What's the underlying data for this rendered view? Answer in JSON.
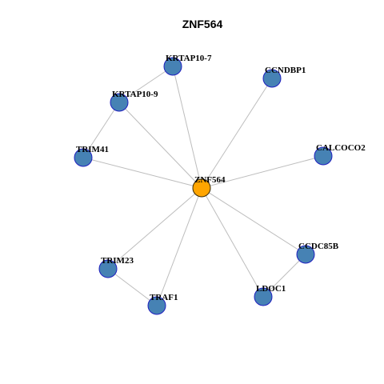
{
  "title": "ZNF564",
  "colors": {
    "center_fill": "#FFA500",
    "center_stroke": "#3a2a00",
    "node_fill": "#4682B4",
    "node_stroke": "#1f1fbf",
    "edge": "#bdbdbd",
    "label": "#000000"
  },
  "nodes": [
    {
      "id": "ZNF564",
      "label": "ZNF564",
      "role": "center"
    },
    {
      "id": "KRTAP10-7",
      "label": "KRTAP10-7",
      "role": "neighbor"
    },
    {
      "id": "CCNDBP1",
      "label": "CCNDBP1",
      "role": "neighbor"
    },
    {
      "id": "KRTAP10-9",
      "label": "KRTAP10-9",
      "role": "neighbor"
    },
    {
      "id": "TRIM41",
      "label": "TRIM41",
      "role": "neighbor"
    },
    {
      "id": "CALCOCO2",
      "label": "CALCOCO2",
      "role": "neighbor"
    },
    {
      "id": "CCDC85B",
      "label": "CCDC85B",
      "role": "neighbor"
    },
    {
      "id": "TRIM23",
      "label": "TRIM23",
      "role": "neighbor"
    },
    {
      "id": "LDOC1",
      "label": "LDOC1",
      "role": "neighbor"
    },
    {
      "id": "TRAF1",
      "label": "TRAF1",
      "role": "neighbor"
    }
  ],
  "edges": [
    [
      "ZNF564",
      "KRTAP10-7"
    ],
    [
      "ZNF564",
      "CCNDBP1"
    ],
    [
      "ZNF564",
      "KRTAP10-9"
    ],
    [
      "ZNF564",
      "TRIM41"
    ],
    [
      "ZNF564",
      "CALCOCO2"
    ],
    [
      "ZNF564",
      "CCDC85B"
    ],
    [
      "ZNF564",
      "TRIM23"
    ],
    [
      "ZNF564",
      "LDOC1"
    ],
    [
      "ZNF564",
      "TRAF1"
    ],
    [
      "KRTAP10-7",
      "KRTAP10-9"
    ],
    [
      "KRTAP10-9",
      "TRIM41"
    ],
    [
      "CCDC85B",
      "LDOC1"
    ],
    [
      "TRIM23",
      "TRAF1"
    ]
  ]
}
